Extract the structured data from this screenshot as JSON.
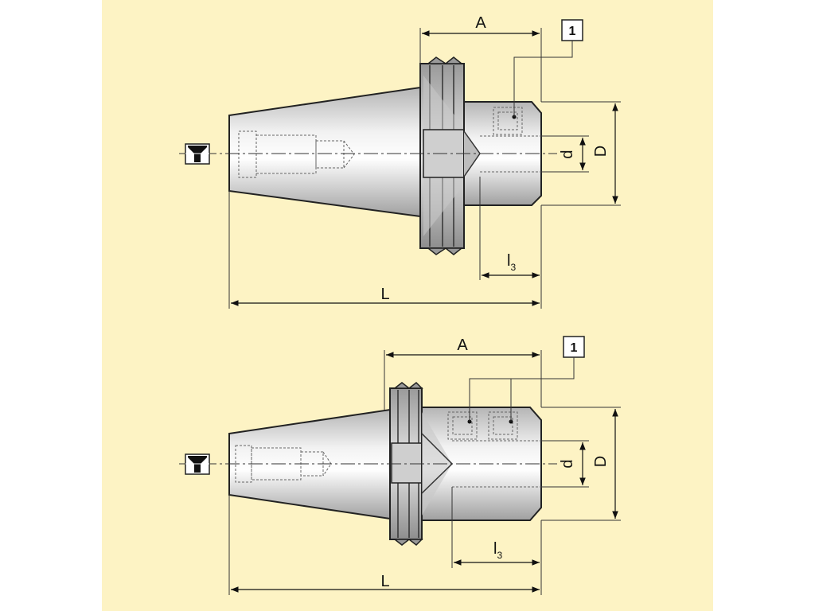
{
  "drawings": [
    {
      "dim_A": "A",
      "dim_L": "L",
      "dim_d": "d",
      "dim_D": "D",
      "dim_l3": "l",
      "dim_l3_sub": "3",
      "callout": "1"
    },
    {
      "dim_A": "A",
      "dim_L": "L",
      "dim_d": "d",
      "dim_D": "D",
      "dim_l3": "l",
      "dim_l3_sub": "3",
      "callout": "1"
    }
  ],
  "colors": {
    "background": "#fdf3c4",
    "body_light": "#f4f4f4",
    "body_dark": "#a9a9a9",
    "outline": "#222222",
    "hidden_line": "#666666"
  }
}
